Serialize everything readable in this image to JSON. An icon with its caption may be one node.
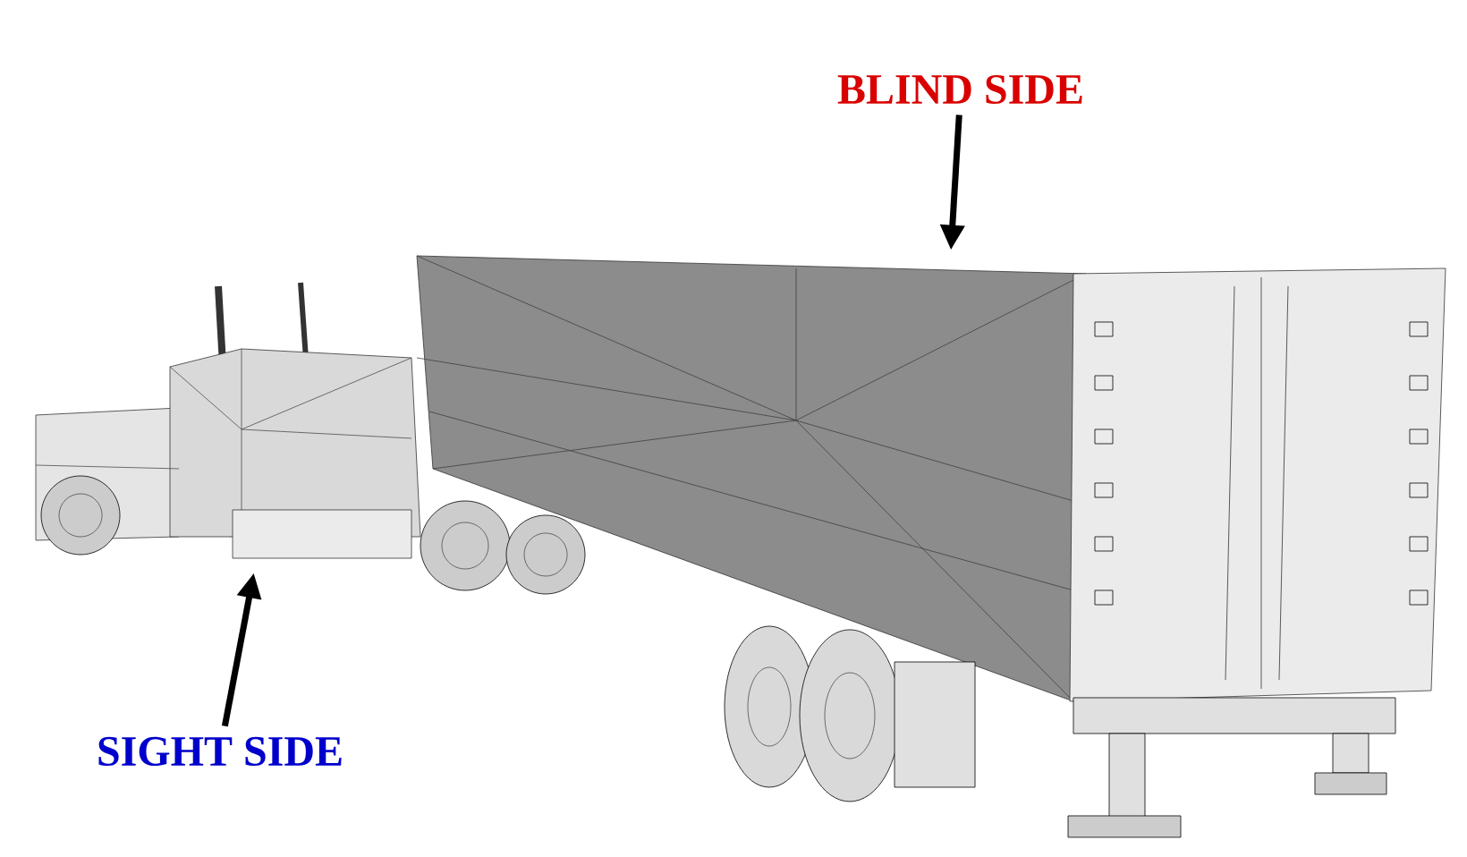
{
  "diagram": {
    "nodes": [
      {
        "text": [
          "BLIND SIDE"
        ]
      },
      {
        "text": [],
        "shape": "picture"
      },
      {
        "text": [
          "SIGHT SIDE"
        ]
      },
      {
        "text": [],
        "shape": "picture"
      }
    ],
    "edges": [
      {
        "from": 0,
        "to": 1,
        "arrow": "to"
      },
      {
        "from": 2,
        "to": 3,
        "arrow": "to"
      }
    ]
  }
}
